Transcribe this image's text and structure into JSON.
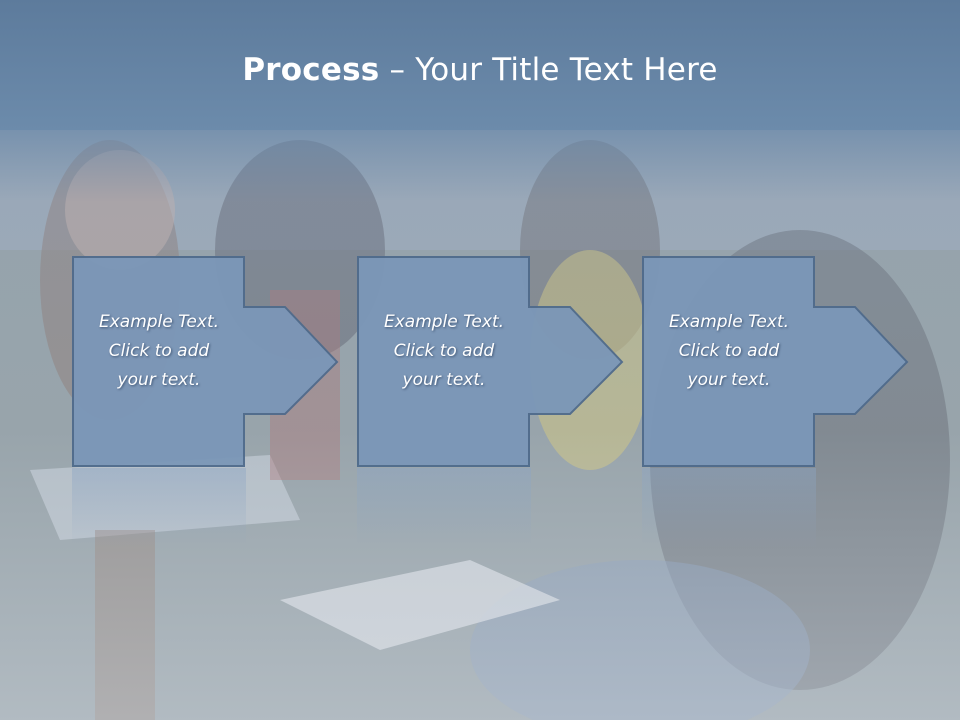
{
  "slide": {
    "title_bold": "Process",
    "title_rest": " – Your Title Text Here"
  },
  "steps": [
    {
      "line1": "Example Text.",
      "line2": "Click  to add",
      "line3": "your text."
    },
    {
      "line1": "Example Text.",
      "line2": "Click  to add",
      "line3": "your text."
    },
    {
      "line1": "Example Text.",
      "line2": "Click  to add",
      "line3": "your text."
    }
  ],
  "colors": {
    "title_band": "#6c8bab",
    "box_fill": "#7b97b8",
    "box_stroke": "#4f6b8c",
    "text": "#ffffff"
  }
}
